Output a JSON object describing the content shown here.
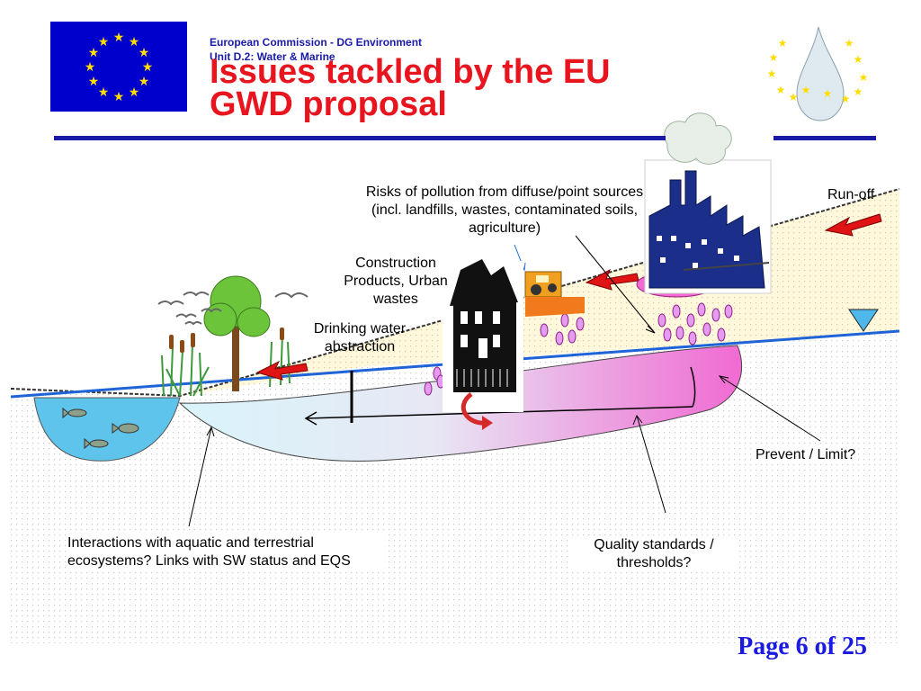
{
  "header": {
    "org_line1": "European Commission  - DG Environment",
    "org_line2": "Unit D.2: Water & Marine",
    "title_line1": "Issues tackled by the EU",
    "title_line2": "GWD proposal"
  },
  "labels": {
    "risks": "Risks of pollution from diffuse/point sources (incl. landfills, wastes, contaminated soils, agriculture)",
    "runoff": "Run-off",
    "construction": "Construction Products, Urban wastes",
    "drinking": "Drinking water abstraction",
    "prevent": "Prevent / Limit?",
    "interactions": "Interactions with aquatic and terrestrial ecosystems? Links with SW status and EQS",
    "quality": "Quality standards / thresholds?"
  },
  "footer": {
    "page": "Page 6 of 25"
  },
  "colors": {
    "title": "#e8141e",
    "header_blue": "#1a1aa6",
    "eu_flag_blue": "#0000cc",
    "eu_star_yellow": "#ffdd00",
    "rule_blue": "#1a1aa6",
    "plume_pink": "#f06ad2",
    "water_table_blue": "#1e64d8",
    "arrow_red": "#e01414",
    "page_number_blue": "#1a1ae0"
  },
  "icons": [
    "eu-flag-icon",
    "water-drop-logo-icon",
    "factory-icon",
    "house-icon",
    "tractor-icon",
    "tree-icon",
    "birds-icon",
    "fish-icon",
    "water-table-triangle-icon"
  ]
}
